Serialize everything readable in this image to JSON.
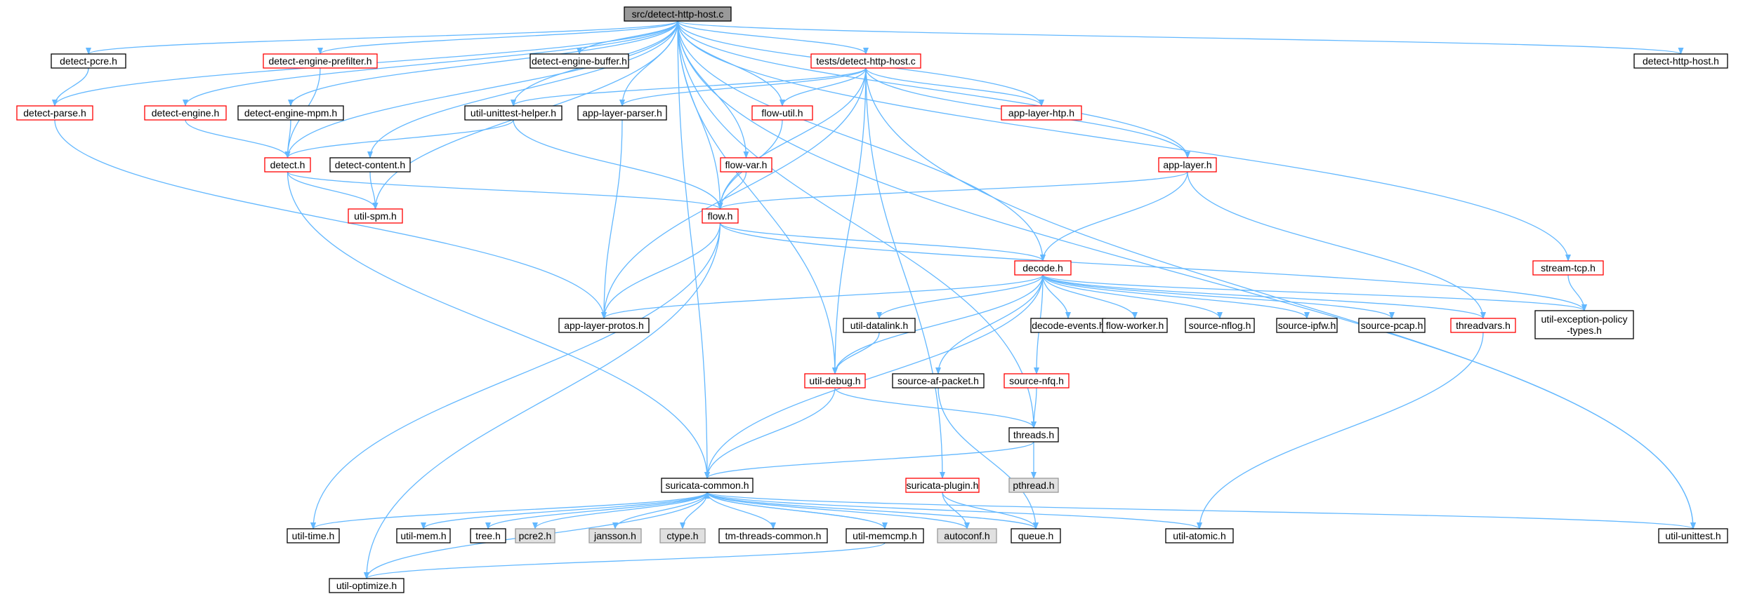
{
  "colors": {
    "edge": "#63b8ff",
    "root_fill": "#999999",
    "node_fill": "#ffffff",
    "node_border": "#000000",
    "incomplete_border": "#ff0000",
    "external_fill": "#e0e0e0",
    "external_border": "#999999"
  },
  "nodes": [
    {
      "id": "root",
      "label": "src/detect-http-host.c",
      "kind": "root"
    },
    {
      "id": "detect_pcre",
      "label": "detect-pcre.h",
      "kind": "normal"
    },
    {
      "id": "detect_parse",
      "label": "detect-parse.h",
      "kind": "incomplete"
    },
    {
      "id": "detect_engine_prefilter",
      "label": "detect-engine-prefilter.h",
      "kind": "incomplete"
    },
    {
      "id": "detect_engine_buffer",
      "label": "detect-engine-buffer.h",
      "kind": "normal"
    },
    {
      "id": "tests_detect_http_host",
      "label": "tests/detect-http-host.c",
      "kind": "incomplete"
    },
    {
      "id": "detect_http_host_h",
      "label": "detect-http-host.h",
      "kind": "normal"
    },
    {
      "id": "detect_engine",
      "label": "detect-engine.h",
      "kind": "incomplete"
    },
    {
      "id": "detect_engine_mpm",
      "label": "detect-engine-mpm.h",
      "kind": "normal"
    },
    {
      "id": "util_unittest_helper",
      "label": "util-unittest-helper.h",
      "kind": "normal"
    },
    {
      "id": "app_layer_parser",
      "label": "app-layer-parser.h",
      "kind": "normal"
    },
    {
      "id": "flow_util",
      "label": "flow-util.h",
      "kind": "incomplete"
    },
    {
      "id": "app_layer_htp",
      "label": "app-layer-htp.h",
      "kind": "incomplete"
    },
    {
      "id": "detect_h",
      "label": "detect.h",
      "kind": "incomplete"
    },
    {
      "id": "detect_content",
      "label": "detect-content.h",
      "kind": "normal"
    },
    {
      "id": "flow_var",
      "label": "flow-var.h",
      "kind": "incomplete"
    },
    {
      "id": "app_layer",
      "label": "app-layer.h",
      "kind": "incomplete"
    },
    {
      "id": "util_spm",
      "label": "util-spm.h",
      "kind": "incomplete"
    },
    {
      "id": "flow_h",
      "label": "flow.h",
      "kind": "incomplete"
    },
    {
      "id": "stream_tcp",
      "label": "stream-tcp.h",
      "kind": "incomplete"
    },
    {
      "id": "decode_h",
      "label": "decode.h",
      "kind": "incomplete"
    },
    {
      "id": "app_layer_protos",
      "label": "app-layer-protos.h",
      "kind": "normal"
    },
    {
      "id": "util_datalink",
      "label": "util-datalink.h",
      "kind": "normal"
    },
    {
      "id": "decode_events",
      "label": "decode-events.h",
      "kind": "normal"
    },
    {
      "id": "flow_worker",
      "label": "flow-worker.h",
      "kind": "normal"
    },
    {
      "id": "source_nflog",
      "label": "source-nflog.h",
      "kind": "normal"
    },
    {
      "id": "source_ipfw",
      "label": "source-ipfw.h",
      "kind": "normal"
    },
    {
      "id": "source_pcap",
      "label": "source-pcap.h",
      "kind": "normal"
    },
    {
      "id": "threadvars",
      "label": "threadvars.h",
      "kind": "incomplete"
    },
    {
      "id": "util_exception",
      "label": [
        "util-exception-policy",
        "-types.h"
      ],
      "kind": "normal"
    },
    {
      "id": "util_debug",
      "label": "util-debug.h",
      "kind": "incomplete"
    },
    {
      "id": "source_af_packet",
      "label": "source-af-packet.h",
      "kind": "normal"
    },
    {
      "id": "source_nfq",
      "label": "source-nfq.h",
      "kind": "incomplete"
    },
    {
      "id": "threads",
      "label": "threads.h",
      "kind": "normal"
    },
    {
      "id": "pthread",
      "label": "pthread.h",
      "kind": "external"
    },
    {
      "id": "suricata_common",
      "label": "suricata-common.h",
      "kind": "normal"
    },
    {
      "id": "suricata_plugin",
      "label": "suricata-plugin.h",
      "kind": "incomplete"
    },
    {
      "id": "util_time",
      "label": "util-time.h",
      "kind": "normal"
    },
    {
      "id": "util_mem",
      "label": "util-mem.h",
      "kind": "normal"
    },
    {
      "id": "tree",
      "label": "tree.h",
      "kind": "normal"
    },
    {
      "id": "pcre2",
      "label": "pcre2.h",
      "kind": "external"
    },
    {
      "id": "jansson",
      "label": "jansson.h",
      "kind": "external"
    },
    {
      "id": "ctype",
      "label": "ctype.h",
      "kind": "external"
    },
    {
      "id": "tm_threads_common",
      "label": "tm-threads-common.h",
      "kind": "normal"
    },
    {
      "id": "util_memcmp",
      "label": "util-memcmp.h",
      "kind": "normal"
    },
    {
      "id": "autoconf",
      "label": "autoconf.h",
      "kind": "external"
    },
    {
      "id": "queue",
      "label": "queue.h",
      "kind": "normal"
    },
    {
      "id": "util_atomic",
      "label": "util-atomic.h",
      "kind": "normal"
    },
    {
      "id": "util_unittest",
      "label": "util-unittest.h",
      "kind": "normal"
    },
    {
      "id": "util_optimize",
      "label": "util-optimize.h",
      "kind": "normal"
    }
  ],
  "edges": [
    [
      "root",
      "detect_pcre"
    ],
    [
      "root",
      "detect_parse"
    ],
    [
      "root",
      "detect_engine_prefilter"
    ],
    [
      "root",
      "detect_engine_buffer"
    ],
    [
      "root",
      "tests_detect_http_host"
    ],
    [
      "root",
      "detect_http_host_h"
    ],
    [
      "root",
      "detect_engine"
    ],
    [
      "root",
      "detect_engine_mpm"
    ],
    [
      "root",
      "util_unittest_helper"
    ],
    [
      "root",
      "app_layer_parser"
    ],
    [
      "root",
      "flow_util"
    ],
    [
      "root",
      "app_layer_htp"
    ],
    [
      "root",
      "detect_h"
    ],
    [
      "root",
      "detect_content"
    ],
    [
      "root",
      "flow_var"
    ],
    [
      "root",
      "app_layer"
    ],
    [
      "root",
      "util_spm"
    ],
    [
      "root",
      "flow_h"
    ],
    [
      "root",
      "stream_tcp"
    ],
    [
      "root",
      "decode_h"
    ],
    [
      "root",
      "util_debug"
    ],
    [
      "root",
      "threads"
    ],
    [
      "root",
      "suricata_common"
    ],
    [
      "root",
      "util_unittest"
    ],
    [
      "detect_pcre",
      "detect_parse"
    ],
    [
      "detect_parse",
      "app_layer_protos"
    ],
    [
      "detect_engine_prefilter",
      "detect_h"
    ],
    [
      "detect_engine",
      "detect_h"
    ],
    [
      "detect_engine_mpm",
      "detect_h"
    ],
    [
      "tests_detect_http_host",
      "util_unittest_helper"
    ],
    [
      "tests_detect_http_host",
      "app_layer_parser"
    ],
    [
      "tests_detect_http_host",
      "flow_util"
    ],
    [
      "tests_detect_http_host",
      "app_layer_htp"
    ],
    [
      "tests_detect_http_host",
      "app_layer"
    ],
    [
      "tests_detect_http_host",
      "flow_h"
    ],
    [
      "tests_detect_http_host",
      "app_layer_protos"
    ],
    [
      "tests_detect_http_host",
      "util_debug"
    ],
    [
      "tests_detect_http_host",
      "suricata_plugin"
    ],
    [
      "tests_detect_http_host",
      "util_unittest"
    ],
    [
      "util_unittest_helper",
      "detect_h"
    ],
    [
      "util_unittest_helper",
      "flow_h"
    ],
    [
      "app_layer_parser",
      "app_layer_protos"
    ],
    [
      "flow_util",
      "flow_h"
    ],
    [
      "flow_var",
      "flow_h"
    ],
    [
      "detect_h",
      "util_spm"
    ],
    [
      "detect_h",
      "flow_h"
    ],
    [
      "detect_h",
      "suricata_common"
    ],
    [
      "detect_content",
      "util_spm"
    ],
    [
      "app_layer",
      "flow_h"
    ],
    [
      "app_layer",
      "decode_h"
    ],
    [
      "app_layer",
      "threadvars"
    ],
    [
      "flow_h",
      "decode_h"
    ],
    [
      "flow_h",
      "app_layer_protos"
    ],
    [
      "flow_h",
      "util_exception"
    ],
    [
      "flow_h",
      "util_time"
    ],
    [
      "flow_h",
      "util_optimize"
    ],
    [
      "stream_tcp",
      "util_exception"
    ],
    [
      "decode_h",
      "app_layer_protos"
    ],
    [
      "decode_h",
      "util_datalink"
    ],
    [
      "decode_h",
      "decode_events"
    ],
    [
      "decode_h",
      "flow_worker"
    ],
    [
      "decode_h",
      "source_nflog"
    ],
    [
      "decode_h",
      "source_ipfw"
    ],
    [
      "decode_h",
      "source_pcap"
    ],
    [
      "decode_h",
      "threadvars"
    ],
    [
      "decode_h",
      "util_exception"
    ],
    [
      "decode_h",
      "util_debug"
    ],
    [
      "decode_h",
      "source_af_packet"
    ],
    [
      "decode_h",
      "source_nfq"
    ],
    [
      "decode_h",
      "suricata_common"
    ],
    [
      "util_datalink",
      "util_debug"
    ],
    [
      "threadvars",
      "util_atomic"
    ],
    [
      "util_debug",
      "threads"
    ],
    [
      "util_debug",
      "suricata_common"
    ],
    [
      "source_af_packet",
      "queue"
    ],
    [
      "source_nfq",
      "threads"
    ],
    [
      "threads",
      "pthread"
    ],
    [
      "threads",
      "suricata_common"
    ],
    [
      "suricata_plugin",
      "autoconf"
    ],
    [
      "suricata_plugin",
      "queue"
    ],
    [
      "suricata_common",
      "util_time"
    ],
    [
      "suricata_common",
      "util_mem"
    ],
    [
      "suricata_common",
      "tree"
    ],
    [
      "suricata_common",
      "pcre2"
    ],
    [
      "suricata_common",
      "jansson"
    ],
    [
      "suricata_common",
      "ctype"
    ],
    [
      "suricata_common",
      "tm_threads_common"
    ],
    [
      "suricata_common",
      "util_memcmp"
    ],
    [
      "suricata_common",
      "autoconf"
    ],
    [
      "suricata_common",
      "queue"
    ],
    [
      "suricata_common",
      "util_atomic"
    ],
    [
      "suricata_common",
      "util_unittest"
    ],
    [
      "suricata_common",
      "util_optimize"
    ],
    [
      "util_memcmp",
      "util_optimize"
    ],
    [
      "util_memcmp",
      "suricata_common"
    ]
  ]
}
